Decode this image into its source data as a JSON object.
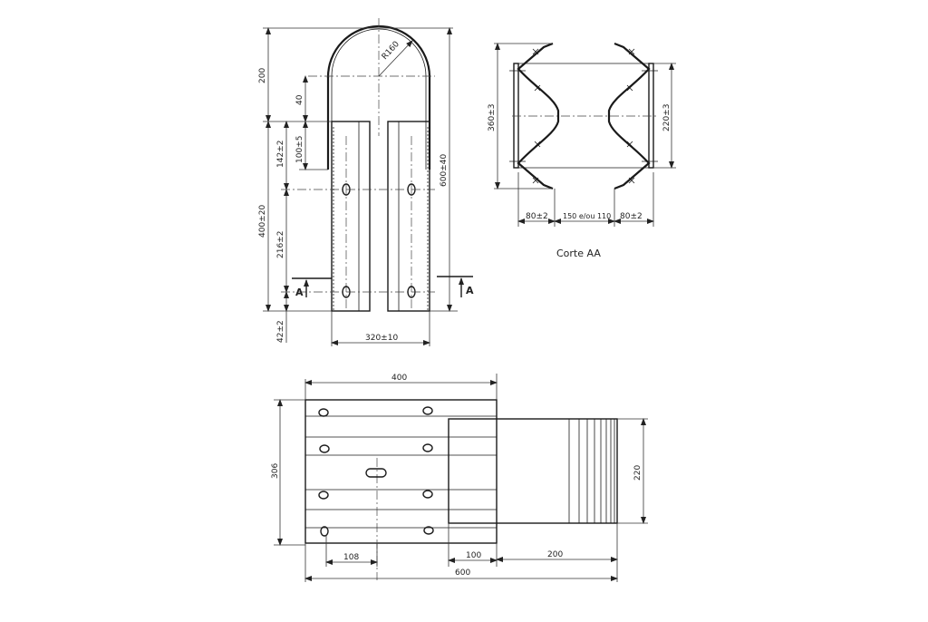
{
  "drawing": {
    "type": "technical-drawing",
    "subject": "guardrail terminal / end piece",
    "views": {
      "front_elevation": {
        "dimensions": {
          "top_height": "200",
          "radius": "R160",
          "inner_40": "40",
          "inner_100": "100±5",
          "upper_142": "142±2",
          "total_height": "600±40",
          "lower_400": "400±20",
          "spacing_216": "216±2",
          "bottom_42": "42±2",
          "width_320": "320±10"
        },
        "section_marker_left": "A",
        "section_marker_right": "A"
      },
      "section_aa": {
        "title": "Corte AA",
        "dimensions": {
          "height_360": "360±3",
          "height_220": "220±3",
          "left_80": "80±2",
          "middle_150": "150 e/ou 110",
          "right_80": "80±2"
        }
      },
      "plan_view": {
        "dimensions": {
          "top_400": "400",
          "height_306": "306",
          "height_220": "220",
          "left_108": "108",
          "mid_100": "100",
          "right_200": "200",
          "total_600": "600"
        }
      }
    }
  }
}
